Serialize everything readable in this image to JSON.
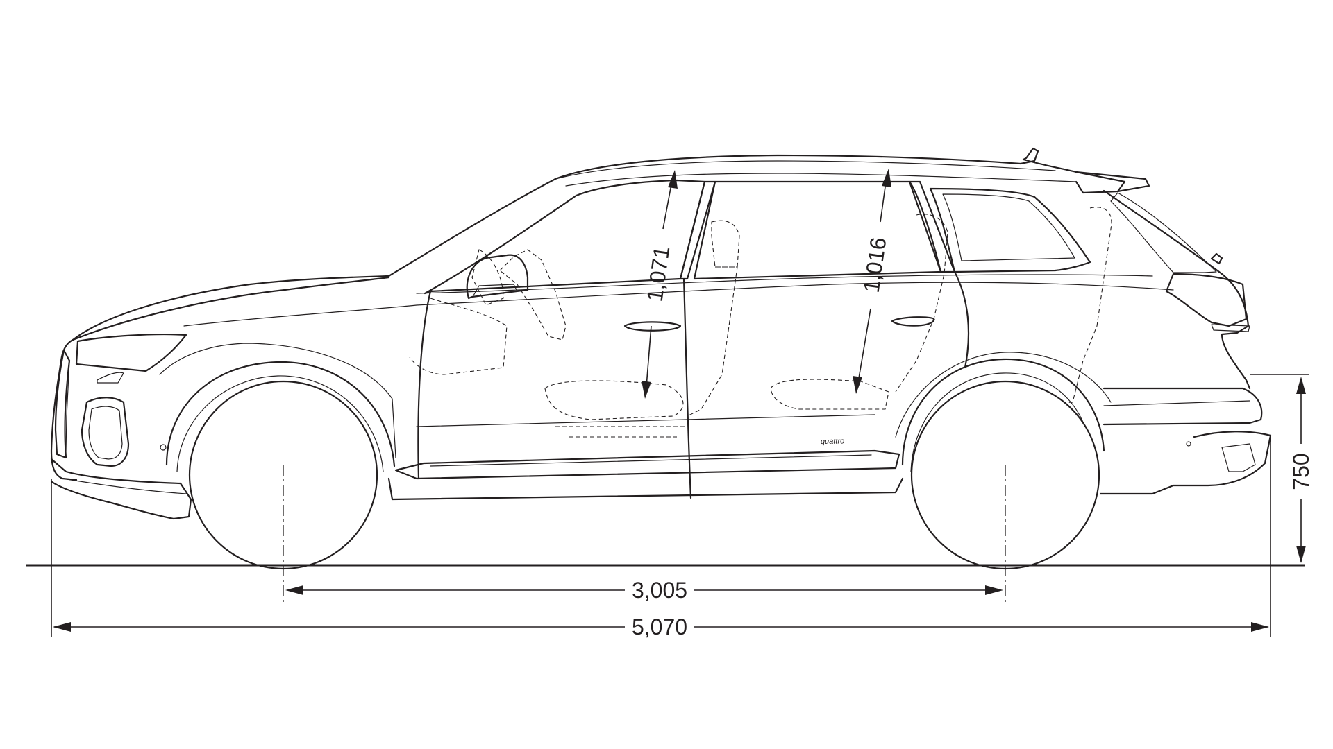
{
  "dimensions": {
    "length": "5,070",
    "wheelbase": "3,005",
    "ground_to_bumper_height": "750",
    "front_headroom": "1,071",
    "rear_headroom": "1,016"
  },
  "badge": {
    "text": "quattro"
  },
  "colors": {
    "line": "#231f20",
    "background": "#ffffff"
  }
}
